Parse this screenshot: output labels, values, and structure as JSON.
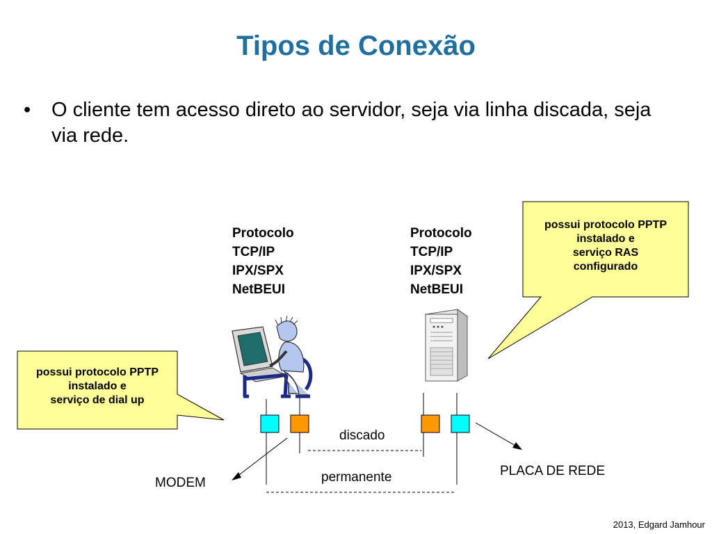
{
  "title": "Tipos de Conexão",
  "bullet": {
    "symbol": "•",
    "text": "O cliente tem acesso direto ao servidor, seja via linha discada, seja via rede."
  },
  "client_protocols": [
    "Protocolo",
    "TCP/IP",
    "IPX/SPX",
    "NetBEUI"
  ],
  "server_protocols": [
    "Protocolo",
    "TCP/IP",
    "IPX/SPX",
    "NetBEUI"
  ],
  "callout_server": [
    "possui protocolo PPTP",
    "instalado e",
    "serviço RAS",
    "configurado"
  ],
  "callout_client": [
    "possui protocolo PPTP",
    "instalado e",
    "serviço de dial up"
  ],
  "labels": {
    "discado": "discado",
    "permanente": "permanente",
    "modem": "MODEM",
    "placa_de_rede": "PLACA DE REDE"
  },
  "footer": "2013, Edgard Jamhour",
  "colors": {
    "title": "#1F6F9F",
    "callout_fill": "#FFFF99",
    "network_card": "#00FFFF",
    "modem": "#FF9900"
  }
}
